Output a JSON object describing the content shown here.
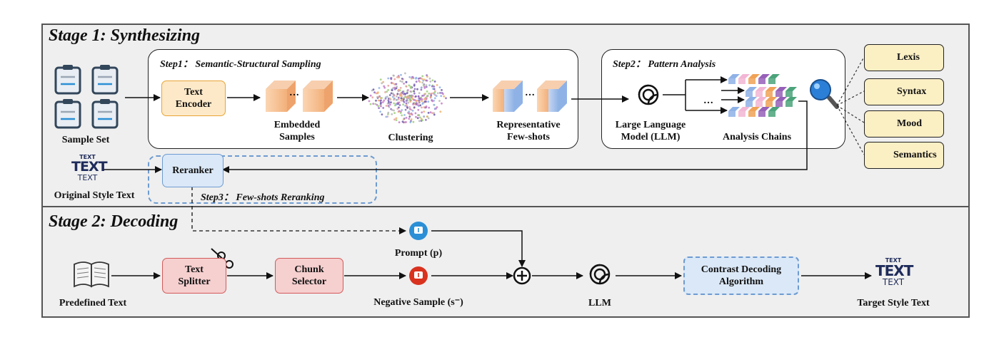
{
  "stage1": {
    "title": "Stage 1: Synthesizing",
    "step1_title": "Step1： Semantic-Structural Sampling",
    "step2_title": "Step2： Pattern Analysis",
    "step3_title": "Step3： Few-shots Reranking",
    "sample_set": "Sample Set",
    "text_encoder": [
      "Text",
      "Encoder"
    ],
    "embedded_samples": [
      "Embedded",
      "Samples"
    ],
    "clustering": "Clustering",
    "representative": [
      "Representative",
      "Few-shots"
    ],
    "llm": [
      "Large Language",
      "Model (LLM)"
    ],
    "analysis_chains": "Analysis Chains",
    "original_style": "Original Style Text",
    "reranker": "Reranker",
    "text_stack": [
      "TEXT",
      "TEXT",
      "TEXT"
    ],
    "features": [
      "Lexis",
      "Syntax",
      "Mood",
      "Semantics"
    ]
  },
  "stage2": {
    "title": "Stage 2: Decoding",
    "predefined_text": "Predefined Text",
    "text_splitter": [
      "Text",
      "Splitter"
    ],
    "chunk_selector": [
      "Chunk",
      "Selector"
    ],
    "prompt": "Prompt (p)",
    "negative_sample": "Negative Sample (s⁻)",
    "llm": "LLM",
    "contrast_decoding": [
      "Contrast Decoding",
      "Algorithm"
    ],
    "target_style": "Target Style Text",
    "text_stack": [
      "TEXT",
      "TEXT",
      "TEXT"
    ]
  },
  "colors": {
    "panel_bg": "#efefef",
    "encoder_fill": "#fde9c8",
    "encoder_border": "#e8a435",
    "reranker_fill": "#dbe8f7",
    "reranker_border": "#6d9bd1",
    "red_fill": "#f6cfcf",
    "red_border": "#d45a5a",
    "feature_fill": "#fbefc4",
    "dash_blue": "#6d9bd1",
    "prompt_icon": "#2b8fd6",
    "negative_icon": "#d9321f",
    "text_dark": "#1e2b5a"
  },
  "icons": {
    "clipboard": "clipboard-icon",
    "book": "open-book-icon",
    "scissors": "scissors-icon",
    "magnifier": "magnifier-icon",
    "openai": "llm-logo-icon",
    "oplus": "plus-circle-icon"
  }
}
